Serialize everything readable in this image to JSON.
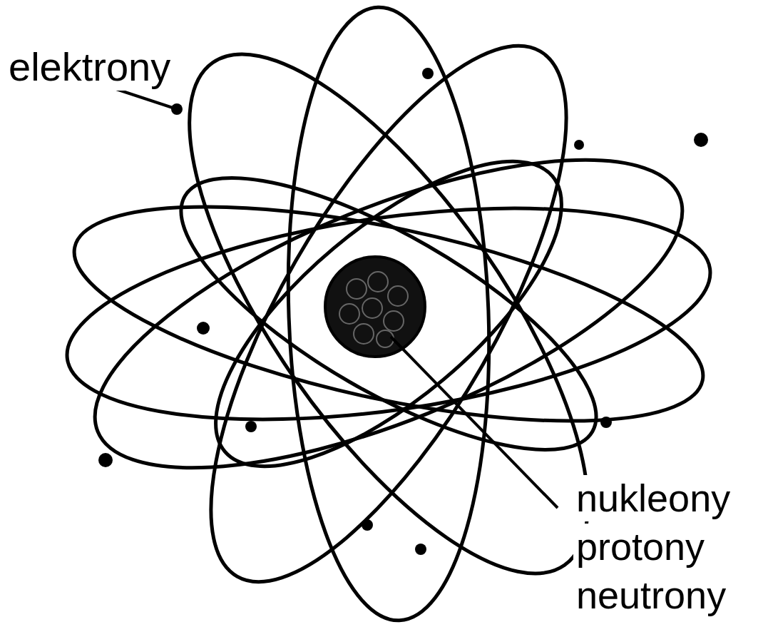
{
  "diagram": {
    "labels": [
      "elektrony",
      "nukleony",
      "protony",
      "neutrony"
    ]
  }
}
